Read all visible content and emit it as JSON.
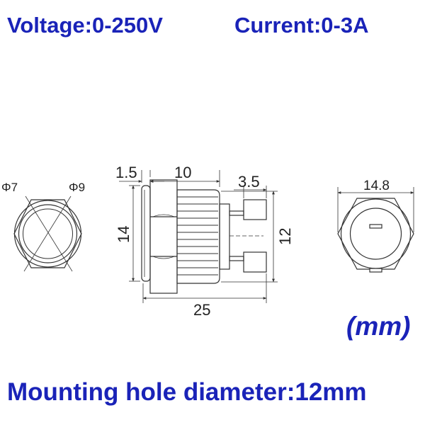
{
  "header": {
    "voltage": "Voltage:0-250V",
    "current": "Current:0-3A"
  },
  "unit_label": "(mm)",
  "footer": "Mounting hole diameter:12mm",
  "front_view": {
    "inner_diameter": "Φ7",
    "outer_diameter": "Φ9"
  },
  "side_view": {
    "flange_thickness": "1.5",
    "body_length": "10",
    "terminal_width": "3.5",
    "head_height": "14",
    "thread_height": "12",
    "total_length": "25"
  },
  "back_view": {
    "hex_width": "14.8"
  },
  "colors": {
    "text_accent": "#1a23b8",
    "line": "#333333"
  }
}
